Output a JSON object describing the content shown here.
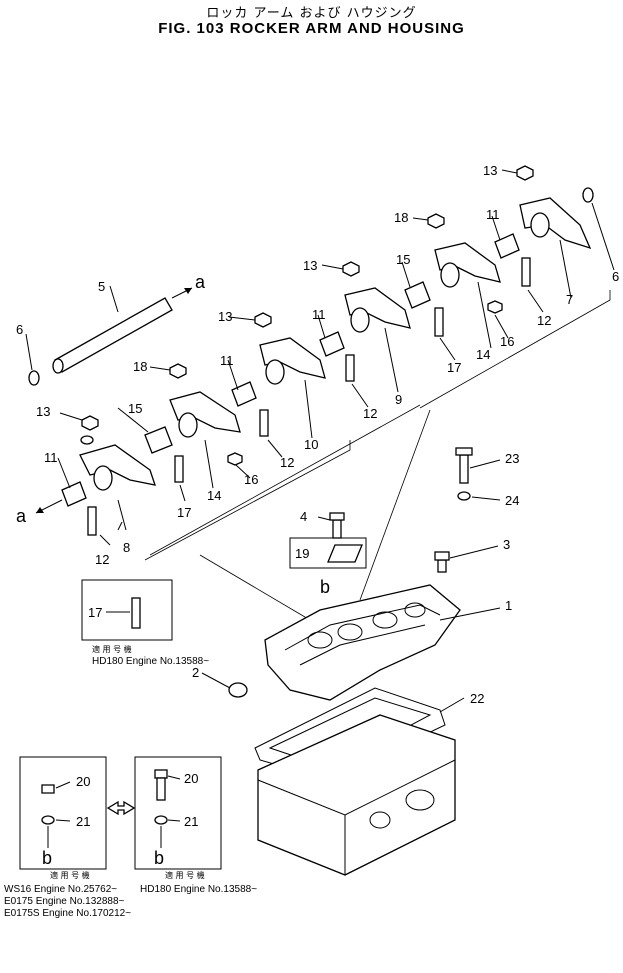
{
  "header": {
    "title_jp": "ロッカ アーム および ハウジング",
    "title_en": "FIG. 103  ROCKER ARM AND HOUSING"
  },
  "callouts": {
    "c1": "1",
    "c2": "2",
    "c3": "3",
    "c4": "4",
    "c5": "5",
    "c6": "6",
    "c7": "7",
    "c8": "8",
    "c9": "9",
    "c10": "10",
    "c11": "11",
    "c12": "12",
    "c13": "13",
    "c14": "14",
    "c15": "15",
    "c16": "16",
    "c17": "17",
    "c18": "18",
    "c19": "19",
    "c20": "20",
    "c21": "21",
    "c22": "22",
    "c23": "23",
    "c24": "24"
  },
  "labels": {
    "a": "a",
    "b": "b"
  },
  "notes": {
    "applicable_jp": "適 用 号 機",
    "hd180": "HD180 Engine No.13588~",
    "ws16": "WS16    Engine No.25762~",
    "e0175": "E0175   Engine No.132888~",
    "e0175s": "E0175S  Engine No.170212~"
  }
}
